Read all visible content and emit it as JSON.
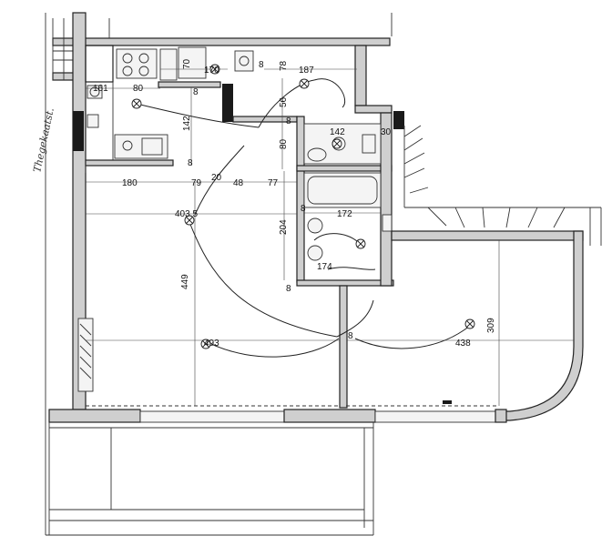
{
  "handwritten_note": "Thegekaatst.",
  "dimensions": {
    "d161": "161",
    "d80_top": "80",
    "d70": "70",
    "d170": "170",
    "d8_a": "8",
    "d78": "78",
    "d187": "187",
    "d8_b": "8",
    "d56": "56",
    "d142_v": "142",
    "d8_c": "8",
    "d80_v": "80",
    "d142_h": "142",
    "d30": "30",
    "d8_d": "8",
    "d180": "180",
    "d79": "79",
    "d20": "20",
    "d48": "48",
    "d77": "77",
    "d403_5": "403.5",
    "d8_e": "8",
    "d172": "172",
    "d204": "204",
    "d174": "174",
    "d8_f": "8",
    "d449": "449",
    "d309": "309",
    "d8_g": "8",
    "d493": "493",
    "d438": "438"
  }
}
